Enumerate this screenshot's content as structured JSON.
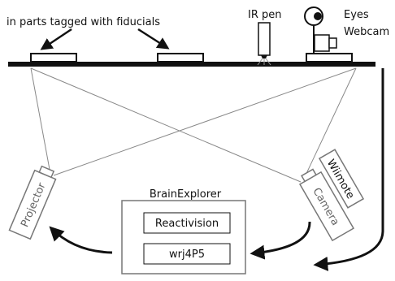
{
  "diagram": {
    "tagged_label": "in parts tagged with fiducials",
    "ir_pen_label": "IR pen",
    "eyes_label": "Eyes",
    "webcam_label": "Webcam",
    "wiimote_label": "Wiimote",
    "camera_label": "Camera",
    "projector_label": "Projector",
    "brainexplorer_label": "BrainExplorer",
    "reactivision_label": "Reactivision",
    "wrj_label": "wrj4P5"
  },
  "colors": {
    "ink": "#111111",
    "outline_gray": "#777777",
    "beam_gray": "#888888"
  }
}
